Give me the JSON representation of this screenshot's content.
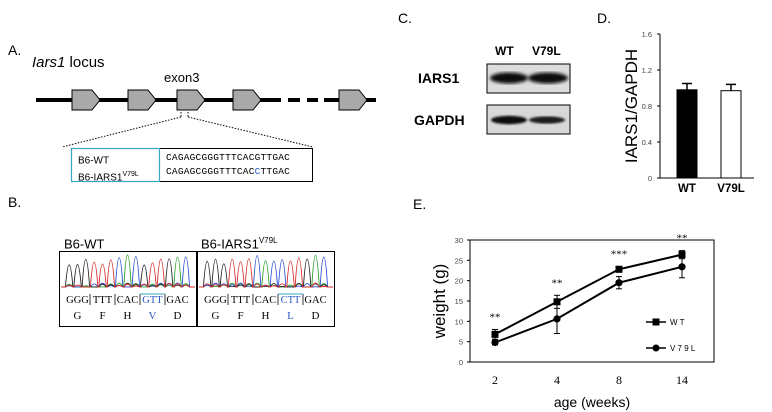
{
  "panel_a": {
    "label": "A.",
    "title": "Iars1",
    "title_suffix": " locus",
    "exon_label": "exon3",
    "strains": [
      {
        "name": "B6-WT",
        "sup": "",
        "seq": "CAGAGCGGGTTTCACGTTGAC",
        "mut_index": -1
      },
      {
        "name": "B6-IARS1",
        "sup": "V79L",
        "seq": "CAGAGCGGGTTTCACCTTGAC",
        "mut_index": 15
      }
    ]
  },
  "panel_b": {
    "label": "B.",
    "traces": [
      {
        "title": "B6-WT",
        "sup": "",
        "codons": [
          "GGG",
          "TTT",
          "CAC",
          "GTT",
          "GAC"
        ],
        "aas": [
          "G",
          "F",
          "H",
          "V",
          "D"
        ],
        "highlight": 3
      },
      {
        "title": "B6-IARS1",
        "sup": "V79L",
        "codons": [
          "GGG",
          "TTT",
          "CAC",
          "CTT",
          "GAC"
        ],
        "aas": [
          "G",
          "F",
          "H",
          "L",
          "D"
        ],
        "highlight": 3
      }
    ]
  },
  "panel_c": {
    "label": "C.",
    "lanes": [
      "WT",
      "V79L"
    ],
    "proteins": [
      "IARS1",
      "GAPDH"
    ]
  },
  "panel_d": {
    "label": "D."
  },
  "panel_e": {
    "label": "E."
  },
  "colors": {
    "accent_blue": "#2a56c6",
    "box_cyan": "#3aa7c9"
  },
  "chart_data": [
    {
      "type": "bar",
      "categories": [
        "WT",
        "V79L"
      ],
      "values": [
        0.98,
        0.97
      ],
      "errors": [
        0.07,
        0.07
      ],
      "ylabel": "IARS1/GAPDH",
      "ylim": [
        0,
        1.6
      ],
      "yticks": [
        "0",
        "0.4",
        "0.8",
        "1.2",
        "1.6"
      ],
      "bar_colors": [
        "#000000",
        "#ffffff"
      ]
    },
    {
      "type": "line",
      "x": [
        "2",
        "4",
        "8",
        "14"
      ],
      "series": [
        {
          "name": "W T",
          "values": [
            6.8,
            14.8,
            22.8,
            26.4
          ],
          "errors": [
            1.2,
            1.6,
            0.7,
            1.0
          ],
          "marker": "square"
        },
        {
          "name": "V 7 9 L",
          "values": [
            4.8,
            10.6,
            19.5,
            23.4
          ],
          "errors": [
            0.6,
            3.6,
            1.5,
            2.7
          ],
          "marker": "circle"
        }
      ],
      "significance": [
        "**",
        "**",
        "***",
        "**"
      ],
      "xlabel": "age (weeks)",
      "ylabel": "weight (g)",
      "ylim": [
        0,
        30
      ],
      "yticks": [
        "0",
        "5",
        "10",
        "15",
        "20",
        "25",
        "30"
      ],
      "legend": "bottom-right"
    }
  ]
}
